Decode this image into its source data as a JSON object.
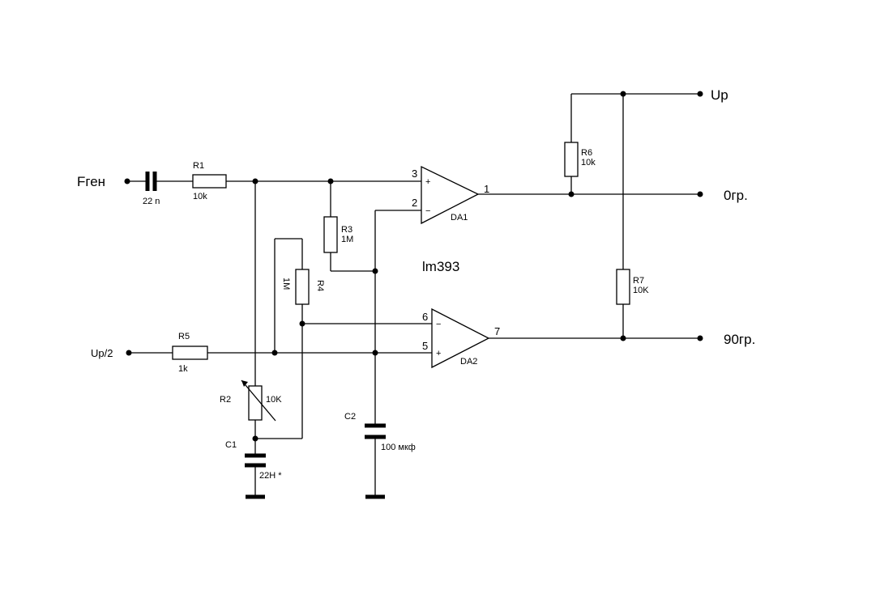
{
  "terminals": {
    "fgen": "Fген",
    "up": "Up",
    "zero": "0гр.",
    "ninety": "90гр.",
    "up_half": "Up/2"
  },
  "chip": "lm393",
  "components": {
    "c_in": {
      "value": "22 n"
    },
    "r1": {
      "ref": "R1",
      "value": "10k"
    },
    "r2": {
      "ref": "R2",
      "value": "10K"
    },
    "r3": {
      "ref": "R3",
      "value": "1M"
    },
    "r4": {
      "ref": "R4",
      "value": "1M"
    },
    "r5": {
      "ref": "R5",
      "value": "1k"
    },
    "r6": {
      "ref": "R6",
      "value": "10k"
    },
    "r7": {
      "ref": "R7",
      "value": "10K"
    },
    "c1": {
      "ref": "C1",
      "value": "22H *"
    },
    "c2": {
      "ref": "C2",
      "value": "100 мкф"
    },
    "da1": {
      "ref": "DA1",
      "pins": [
        "3",
        "2",
        "1"
      ]
    },
    "da2": {
      "ref": "DA2",
      "pins": [
        "6",
        "5",
        "7"
      ]
    }
  },
  "signs": {
    "plus": "+",
    "minus": "−"
  }
}
